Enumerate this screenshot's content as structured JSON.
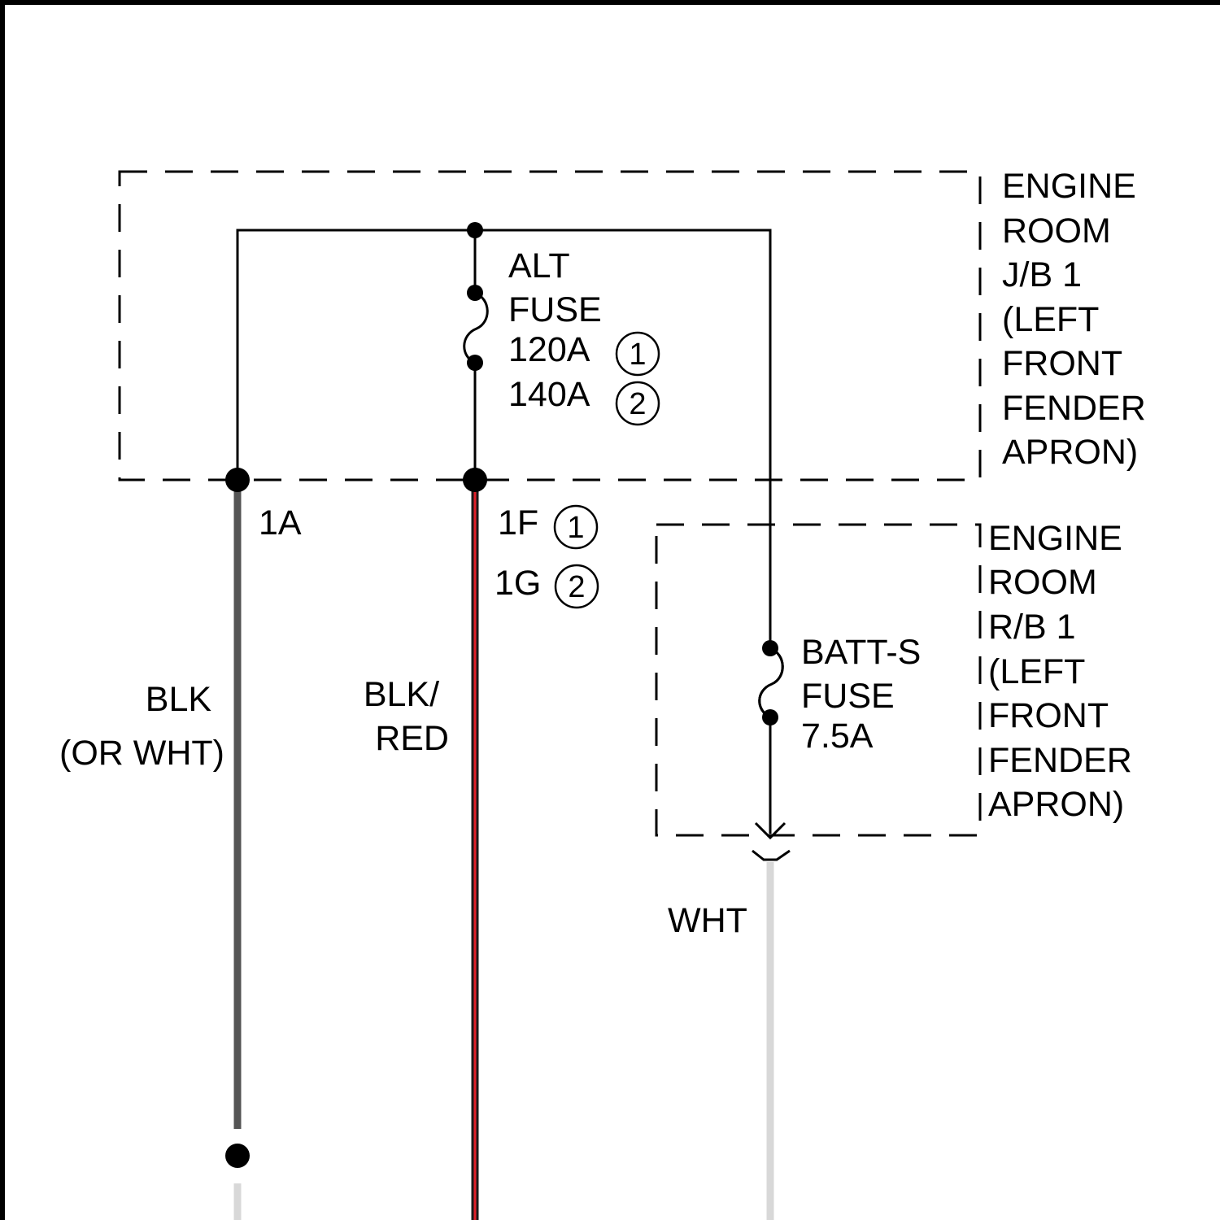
{
  "enclosures": {
    "jb1": {
      "label_lines": [
        "ENGINE",
        "ROOM",
        "J/B 1",
        "(LEFT",
        "FRONT",
        "FENDER",
        "APRON)"
      ]
    },
    "rb1": {
      "label_lines": [
        "ENGINE",
        "ROOM",
        "R/B 1",
        "(LEFT",
        "FRONT",
        "FENDER",
        "APRON)"
      ]
    }
  },
  "fuses": {
    "alt": {
      "label_lines": [
        "ALT",
        "FUSE",
        "120A",
        "140A"
      ],
      "variant_marks": [
        "1",
        "2"
      ]
    },
    "batt_s": {
      "label_lines": [
        "BATT-S",
        "FUSE",
        "7.5A"
      ]
    }
  },
  "connectors": {
    "c1a": {
      "label": "1A"
    },
    "c1f": {
      "label": "1F",
      "variant_mark": "1"
    },
    "c1g": {
      "label": "1G",
      "variant_mark": "2"
    }
  },
  "wires": {
    "blk": {
      "label_lines": [
        "BLK",
        "(OR WHT)"
      ],
      "color": "#555555"
    },
    "blk_red": {
      "label_lines": [
        "BLK/",
        "RED"
      ],
      "color": "#1a1a1a",
      "stripe_color": "#e0202a"
    },
    "wht": {
      "label": "WHT",
      "color": "#d8d8d8"
    }
  },
  "colors": {
    "frame": "#000000",
    "line": "#000000",
    "background": "#ffffff"
  }
}
